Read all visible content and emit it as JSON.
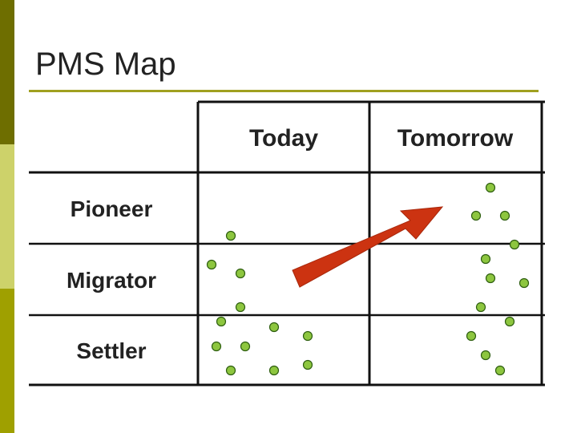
{
  "slide": {
    "title": "PMS Map"
  },
  "table": {
    "columns": [
      "Today",
      "Tomorrow"
    ],
    "rows": [
      "Pioneer",
      "Migrator",
      "Settler"
    ]
  },
  "colors": {
    "dot_fill": "#8dc63f",
    "dot_stroke": "#2e5e10",
    "arrow": "#cc3311",
    "accent_dark": "#6e6e00",
    "accent_light": "#cdd26a",
    "accent_mid": "#9fa000"
  }
}
